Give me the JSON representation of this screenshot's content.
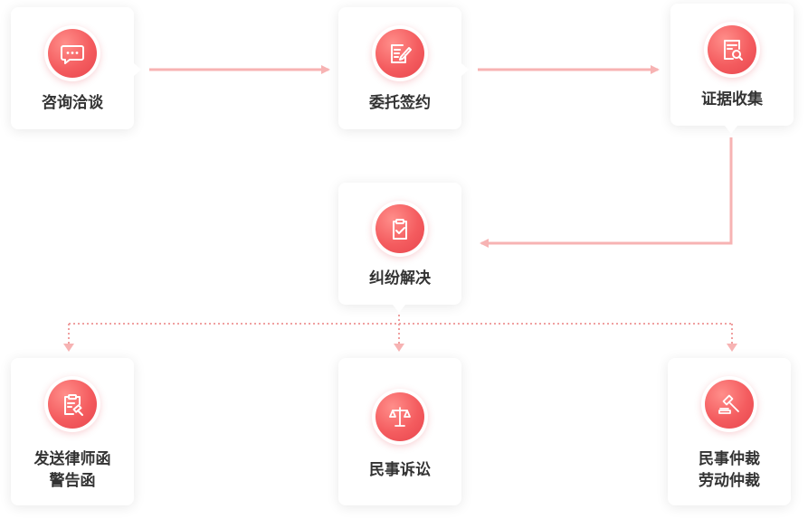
{
  "steps": {
    "consult": {
      "label": "咨询洽谈",
      "icon": "chat-bubble-icon"
    },
    "sign": {
      "label": "委托签约",
      "icon": "contract-sign-icon"
    },
    "evidence": {
      "label": "证据收集",
      "icon": "document-search-icon"
    },
    "resolve": {
      "label": "纠纷解决",
      "icon": "clipboard-check-icon"
    }
  },
  "options": {
    "letter": {
      "line1": "发送律师函",
      "line2": "警告函",
      "icon": "clipboard-gavel-icon"
    },
    "litigation": {
      "label": "民事诉讼",
      "icon": "scales-icon"
    },
    "arbitration": {
      "line1": "民事仲裁",
      "line2": "劳动仲裁",
      "icon": "gavel-icon"
    }
  },
  "colors": {
    "accent": "#f45c5f",
    "connector": "#f7b3b3",
    "text": "#333333"
  }
}
